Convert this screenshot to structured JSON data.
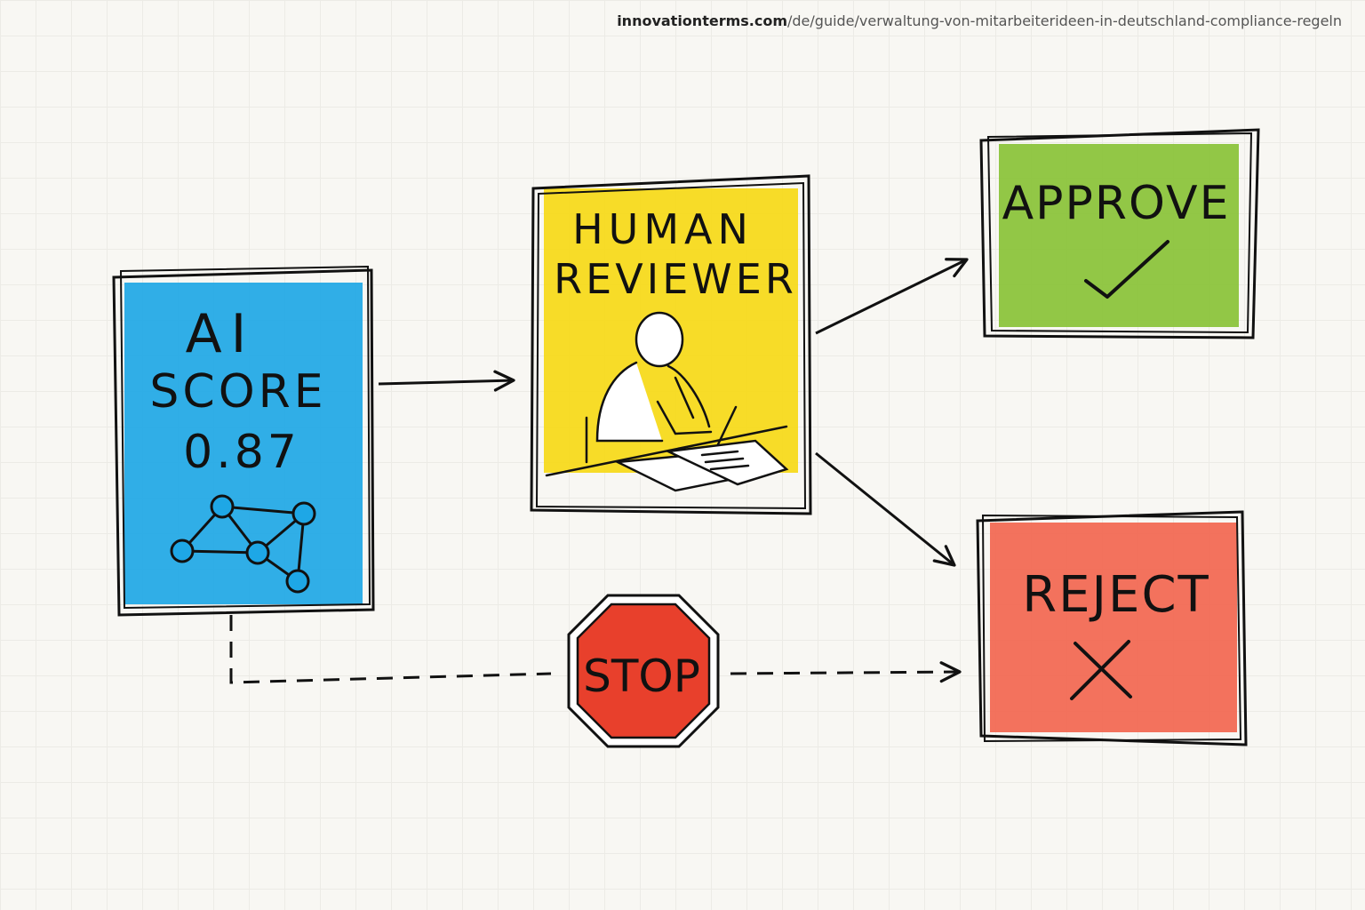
{
  "watermark": {
    "domain": "innovationterms.com",
    "path": "/de/guide/verwaltung-von-mitarbeiterideen-in-deutschland-compliance-regeln"
  },
  "ai_box": {
    "line1": "AI",
    "line2": "SCORE",
    "line3": "0.87",
    "icon": "network-graph-icon",
    "color": "#1ea7e6"
  },
  "human_box": {
    "line1": "HUMAN",
    "line2": "REVIEWER",
    "icon": "person-at-desk-icon",
    "color": "#f7da1c"
  },
  "approve_box": {
    "label": "APPROVE",
    "icon": "checkmark-icon",
    "color": "#8cc43c"
  },
  "reject_box": {
    "label": "REJECT",
    "icon": "x-icon",
    "color": "#f26650"
  },
  "stop_sign": {
    "label": "STOP",
    "color": "#e8402c"
  }
}
